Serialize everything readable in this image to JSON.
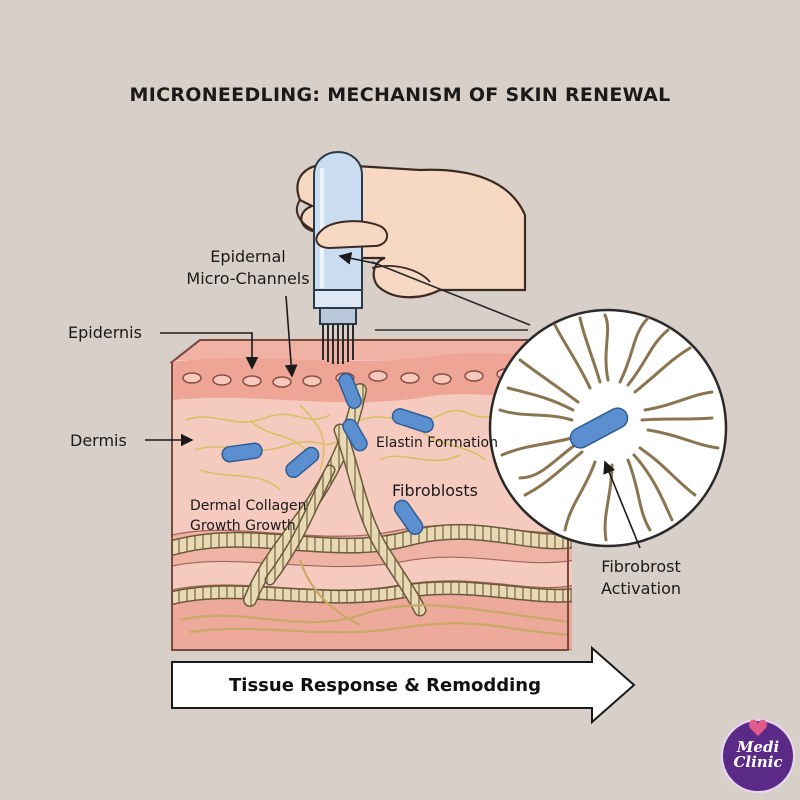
{
  "title": "MICRONEEDLING: MECHANISM OF SKIN RENEWAL",
  "labels": {
    "micro_channels_line1": "Epidernal",
    "micro_channels_line2": "Micro-Channels",
    "epidermis": "Epidernis",
    "dermis": "Dermis",
    "elastin": "Elastin Formation",
    "fibroblasts": "Fibroblosts",
    "collagen_line1": "Dermal Collagen",
    "collagen_line2": "Growth Growth",
    "activation_line1": "Fibrobrost",
    "activation_line2": "Activation"
  },
  "process_arrow": "Tissue Response & Remodding",
  "logo": {
    "line1": "Medi",
    "line2": "Clinic"
  },
  "colors": {
    "background": "#d8d0c8",
    "skin_surface": "#f2b8a8",
    "dermis": "#f6cbbf",
    "fibroblast_blue": "#5b8fd0",
    "collagen_fiber": "#cbbd96",
    "elastin_yellow": "#d9c066",
    "device_blue": "#c9dcf0",
    "logo_purple": "#5a2a86"
  },
  "icons": [
    "microneedling-pen-icon",
    "hand-icon",
    "fibroblast-cell-icon",
    "magnifier-circle-icon",
    "medi-clinic-logo-icon"
  ]
}
